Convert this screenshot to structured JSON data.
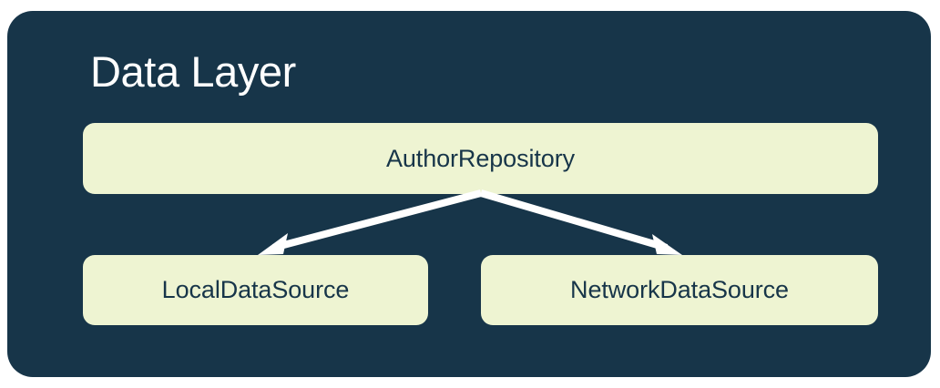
{
  "diagram": {
    "title": "Data Layer",
    "panel_color": "#173549",
    "node_color": "#EEF4D2",
    "node_text_color": "#173549",
    "title_color": "#FFFFFF",
    "arrow_color": "#FFFFFF",
    "nodes": [
      {
        "id": "repository",
        "label": "AuthorRepository"
      },
      {
        "id": "local",
        "label": "LocalDataSource"
      },
      {
        "id": "network",
        "label": "NetworkDataSource"
      }
    ],
    "edges": [
      {
        "from": "AuthorRepository",
        "to": "LocalDataSource"
      },
      {
        "from": "AuthorRepository",
        "to": "NetworkDataSource"
      }
    ]
  }
}
